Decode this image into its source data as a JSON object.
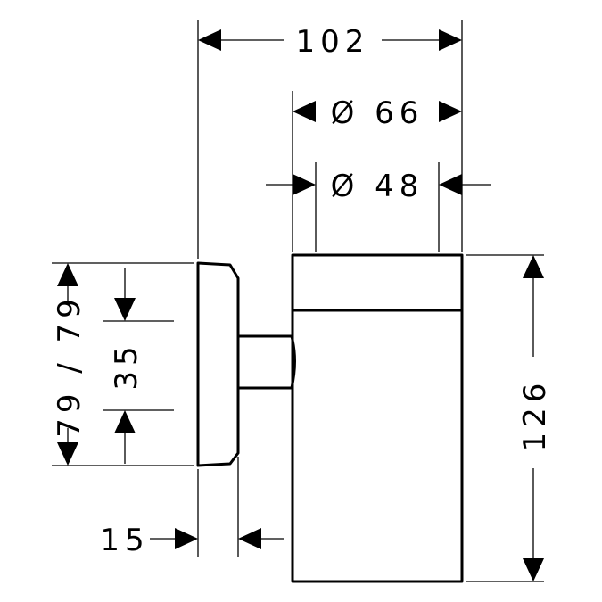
{
  "dimensions": {
    "overall_width": "102",
    "outer_diameter": "Ø 66",
    "inner_diameter": "Ø 48",
    "height": "126",
    "wall_plate_height": "79 / 79",
    "mount_offset": "35",
    "plate_thickness": "15"
  },
  "colors": {
    "line": "#000000",
    "background": "#ffffff"
  }
}
